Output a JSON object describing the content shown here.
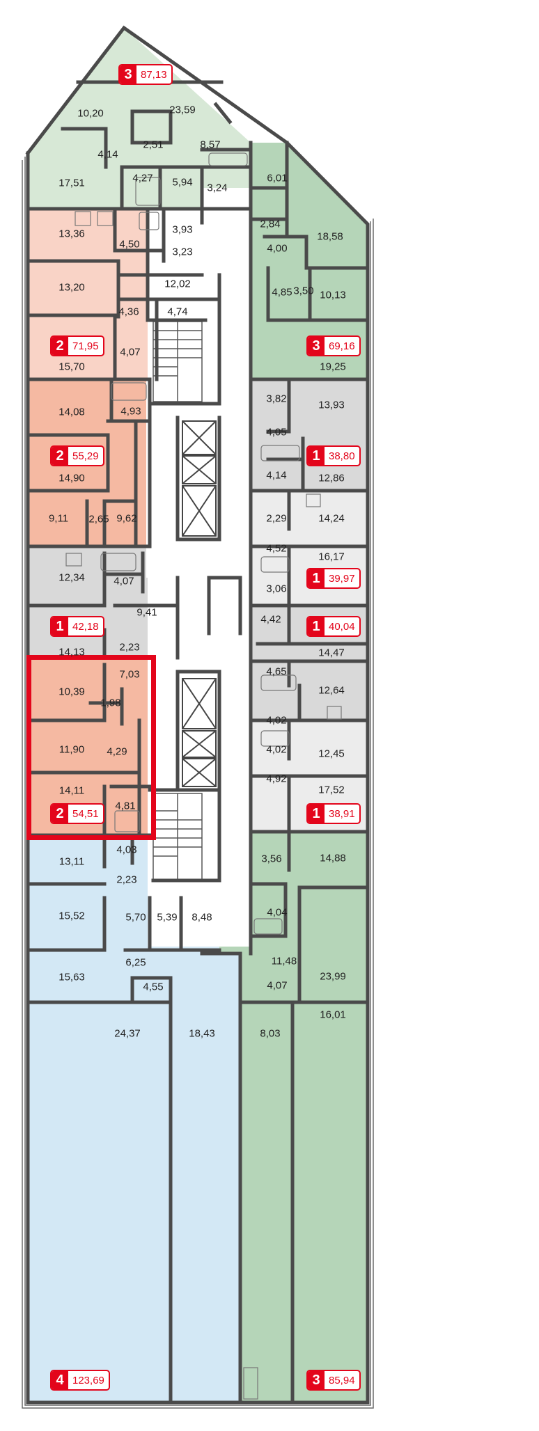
{
  "colors": {
    "green": "#d7e8d6",
    "green_dark": "#b5d5b8",
    "salmon_light": "#f9d3c6",
    "salmon": "#f5b9a2",
    "gray": "#d9d9d9",
    "gray_light": "#ececec",
    "blue": "#d3e8f5",
    "wall": "#4a4a4a",
    "accent": "#e3051b"
  },
  "badges": [
    {
      "rooms": "3",
      "total": "87,13"
    },
    {
      "rooms": "2",
      "total": "71,95"
    },
    {
      "rooms": "2",
      "total": "55,29"
    },
    {
      "rooms": "1",
      "total": "42,18"
    },
    {
      "rooms": "2",
      "total": "54,51"
    },
    {
      "rooms": "4",
      "total": "123,69"
    },
    {
      "rooms": "3",
      "total": "69,16"
    },
    {
      "rooms": "1",
      "total": "38,80"
    },
    {
      "rooms": "1",
      "total": "39,97"
    },
    {
      "rooms": "1",
      "total": "40,04"
    },
    {
      "rooms": "1",
      "total": "38,91"
    },
    {
      "rooms": "3",
      "total": "85,94"
    }
  ],
  "areas": [
    "10,20",
    "23,59",
    "2,51",
    "4,14",
    "8,57",
    "4,27",
    "5,94",
    "3,24",
    "17,51",
    "6,01",
    "2,84",
    "18,58",
    "4,00",
    "4,85",
    "3,50",
    "10,13",
    "19,25",
    "13,36",
    "4,50",
    "3,93",
    "3,23",
    "13,20",
    "12,02",
    "4,36",
    "4,74",
    "4,07",
    "15,70",
    "14,08",
    "4,93",
    "14,90",
    "9,11",
    "2,65",
    "9,62",
    "12,34",
    "4,07",
    "9,41",
    "14,13",
    "2,23",
    "3,82",
    "13,93",
    "4,05",
    "4,14",
    "12,86",
    "2,29",
    "14,24",
    "4,52",
    "16,17",
    "3,06",
    "4,42",
    "14,47",
    "10,39",
    "7,03",
    "1,98",
    "11,90",
    "4,29",
    "14,11",
    "4,81",
    "4,65",
    "12,64",
    "4,02",
    "4,02",
    "12,45",
    "4,92",
    "17,52",
    "13,11",
    "4,03",
    "2,23",
    "15,52",
    "5,70",
    "5,39",
    "8,48",
    "15,63",
    "6,25",
    "4,55",
    "24,37",
    "18,43",
    "3,56",
    "14,88",
    "4,04",
    "11,48",
    "4,07",
    "23,99",
    "16,01",
    "8,03"
  ]
}
